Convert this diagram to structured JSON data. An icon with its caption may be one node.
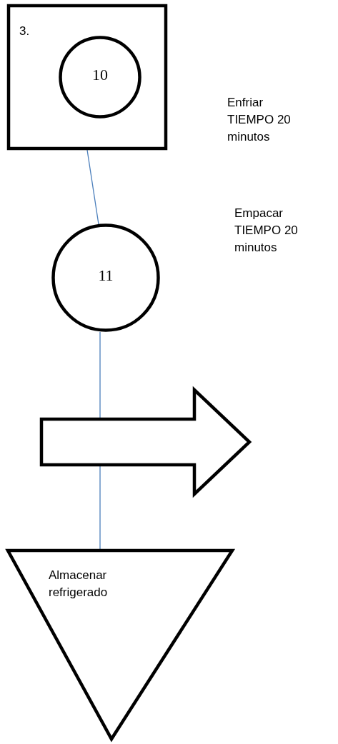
{
  "diagram": {
    "nodes": [
      {
        "text": [
          "3."
        ]
      },
      {
        "text": [
          "10"
        ],
        "in": 0
      },
      {
        "text": [
          "11"
        ]
      },
      {
        "text": [],
        "shape": "arrow"
      },
      {
        "text": [
          "Almacenar refrigerado"
        ]
      }
    ],
    "edges": [
      {
        "from": 0,
        "to": 2,
        "arrow": "none"
      },
      {
        "from": 2,
        "to": 3,
        "arrow": "none"
      },
      {
        "from": 3,
        "to": 4,
        "arrow": "none"
      }
    ],
    "labels": [
      "Enfriar TIEMPO 20 minutos",
      "Empacar TIEMPO 20 minutos"
    ]
  }
}
